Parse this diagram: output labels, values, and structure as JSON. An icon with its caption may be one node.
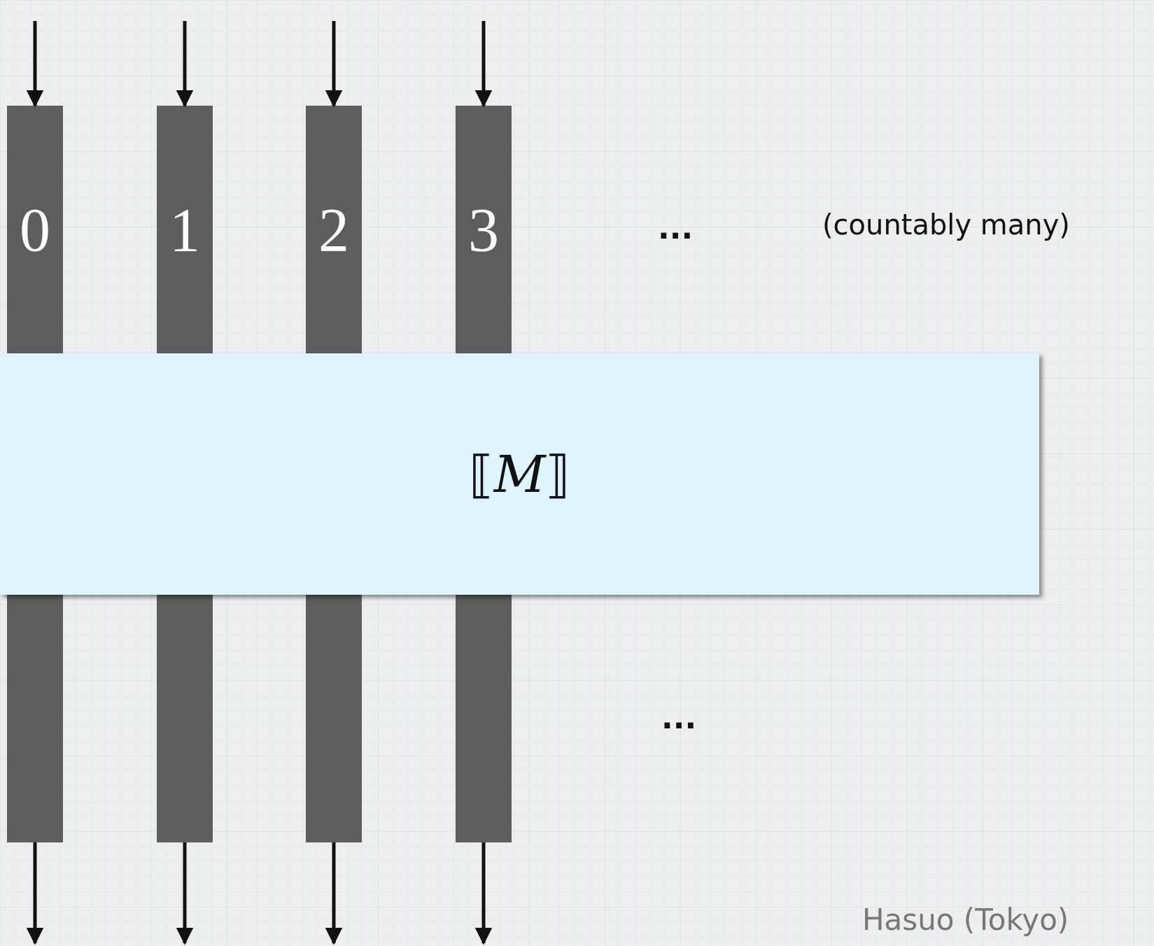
{
  "diagram": {
    "nodes": [
      {
        "text": [
          "0"
        ]
      },
      {
        "text": [
          "1"
        ]
      },
      {
        "text": [
          "2"
        ]
      },
      {
        "text": [
          "3"
        ]
      },
      {
        "text": [
          "⟦*M*⟧"
        ]
      },
      {
        "text": [],
        "shape": "bar"
      },
      {
        "text": [],
        "shape": "bar"
      },
      {
        "text": [],
        "shape": "bar"
      },
      {
        "text": [],
        "shape": "bar"
      }
    ],
    "edges": [
      {
        "from": null,
        "to": 0,
        "arrow": "to"
      },
      {
        "from": null,
        "to": 1,
        "arrow": "to"
      },
      {
        "from": null,
        "to": 2,
        "arrow": "to"
      },
      {
        "from": null,
        "to": 3,
        "arrow": "to"
      },
      {
        "from": 5,
        "to": null,
        "arrow": "to"
      },
      {
        "from": 6,
        "to": null,
        "arrow": "to"
      },
      {
        "from": 7,
        "to": null,
        "arrow": "to"
      },
      {
        "from": 8,
        "to": null,
        "arrow": "to"
      }
    ],
    "labels": [
      "...",
      "(countably many)",
      "...",
      "Hasuo (Tokyo)"
    ]
  }
}
